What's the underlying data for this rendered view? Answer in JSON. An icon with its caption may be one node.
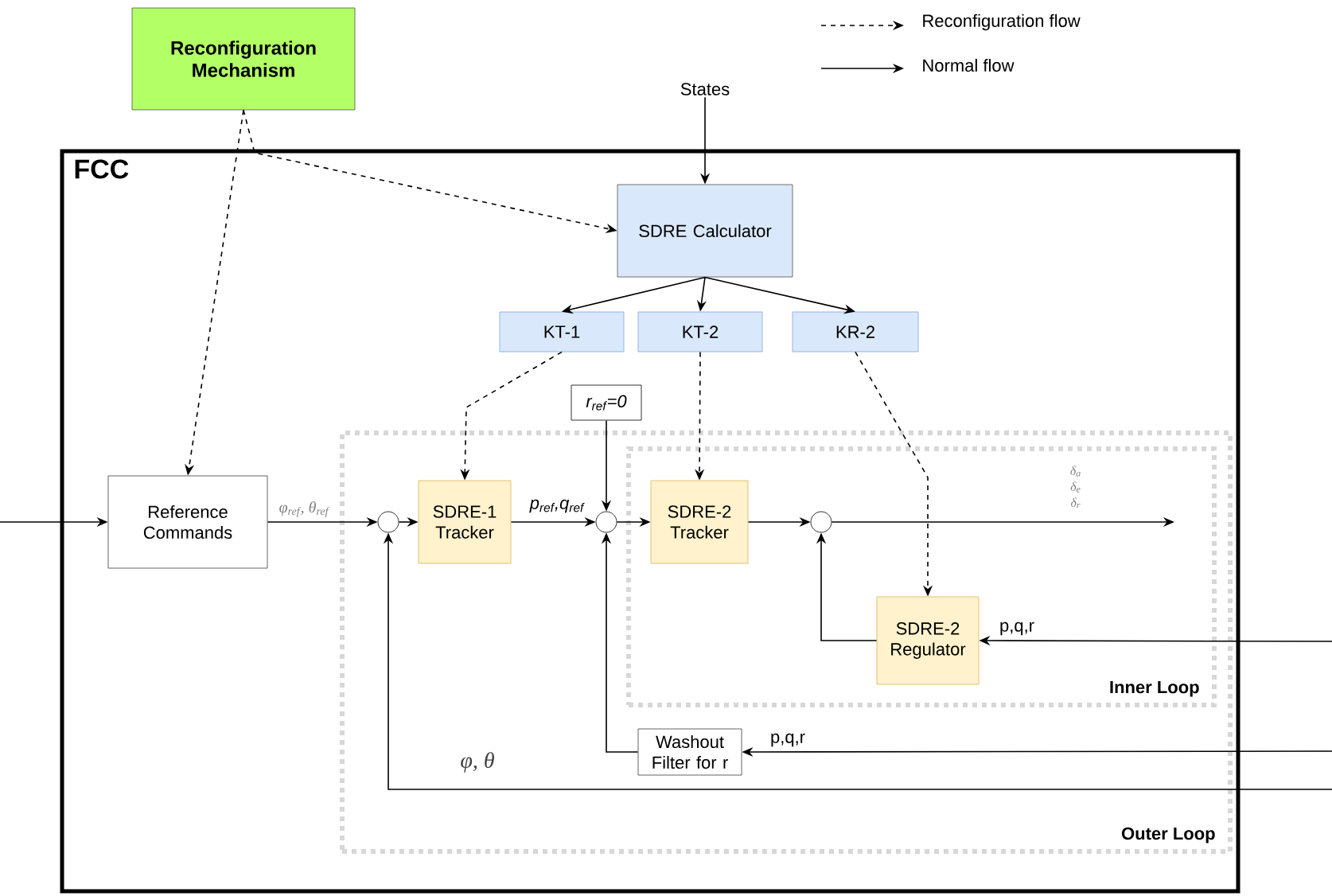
{
  "diagram": {
    "nodes": [
      {
        "text": [
          "Reconfiguration Mechanism"
        ]
      },
      {
        "text": [
          "FCC"
        ]
      },
      {
        "text": [
          "Outer Loop"
        ],
        "in": 1
      },
      {
        "text": [
          "Inner Loop"
        ],
        "in": 2
      },
      {
        "text": [
          "States"
        ]
      },
      {
        "text": [
          "SDRE Calculator"
        ],
        "in": 1
      },
      {
        "text": [
          "KT-1"
        ],
        "in": 1
      },
      {
        "text": [
          "KT-2"
        ],
        "in": 1
      },
      {
        "text": [
          "KR-2"
        ],
        "in": 1
      },
      {
        "text": [
          "r$_{ref}$=0"
        ],
        "in": 1
      },
      {
        "text": [
          "Reference Commands"
        ],
        "in": 1
      },
      {
        "text": [],
        "shape": "circle",
        "in": 2
      },
      {
        "text": [
          "SDRE-1 Tracker"
        ],
        "in": 2
      },
      {
        "text": [],
        "shape": "circle",
        "in": 2
      },
      {
        "text": [
          "SDRE-2 Tracker"
        ],
        "in": 3
      },
      {
        "text": [],
        "shape": "circle",
        "in": 3
      },
      {
        "text": [
          "SDRE-2 Regulator"
        ],
        "in": 3
      },
      {
        "text": [
          "Washout Filter for r"
        ],
        "in": 2
      }
    ],
    "edges": [
      {
        "from": 0,
        "to": 10,
        "arrow": "to",
        "style": "dashed"
      },
      {
        "from": 0,
        "to": 5,
        "arrow": "to",
        "style": "dashed"
      },
      {
        "from": 4,
        "to": 5,
        "arrow": "to"
      },
      {
        "from": 5,
        "to": 6,
        "arrow": "to"
      },
      {
        "from": 5,
        "to": 7,
        "arrow": "to"
      },
      {
        "from": 5,
        "to": 8,
        "arrow": "to"
      },
      {
        "from": 6,
        "to": 12,
        "arrow": "to",
        "style": "dashed"
      },
      {
        "from": 7,
        "to": 14,
        "arrow": "to",
        "style": "dashed"
      },
      {
        "from": 8,
        "to": 16,
        "arrow": "to",
        "style": "dashed"
      },
      {
        "from": null,
        "to": 10,
        "arrow": "to"
      },
      {
        "from": 10,
        "to": 11,
        "arrow": "to",
        "label": "φ$_{ref}$, θ$_{ref}$"
      },
      {
        "from": 11,
        "to": 12,
        "arrow": "to"
      },
      {
        "from": 12,
        "to": 13,
        "arrow": "to",
        "label": "p$_{ref}$,q$_{ref}$"
      },
      {
        "from": 9,
        "to": 13,
        "arrow": "to"
      },
      {
        "from": 13,
        "to": 14,
        "arrow": "to"
      },
      {
        "from": 14,
        "to": 15,
        "arrow": "to"
      },
      {
        "from": 16,
        "to": 15,
        "arrow": "to"
      },
      {
        "from": 15,
        "to": null,
        "arrow": "to",
        "label": "δ$_{a}$ δ$_{e}$ δ$_{r}$"
      },
      {
        "from": null,
        "to": 16,
        "arrow": "to",
        "label": "p,q,r"
      },
      {
        "from": null,
        "to": 17,
        "arrow": "to",
        "label": "p,q,r"
      },
      {
        "from": 17,
        "to": 13,
        "arrow": "to"
      },
      {
        "from": null,
        "to": 11,
        "arrow": "to",
        "label": "φ, θ"
      }
    ],
    "legend": [
      {
        "text": "Reconfiguration flow"
      },
      {
        "text": "Normal flow"
      }
    ]
  }
}
